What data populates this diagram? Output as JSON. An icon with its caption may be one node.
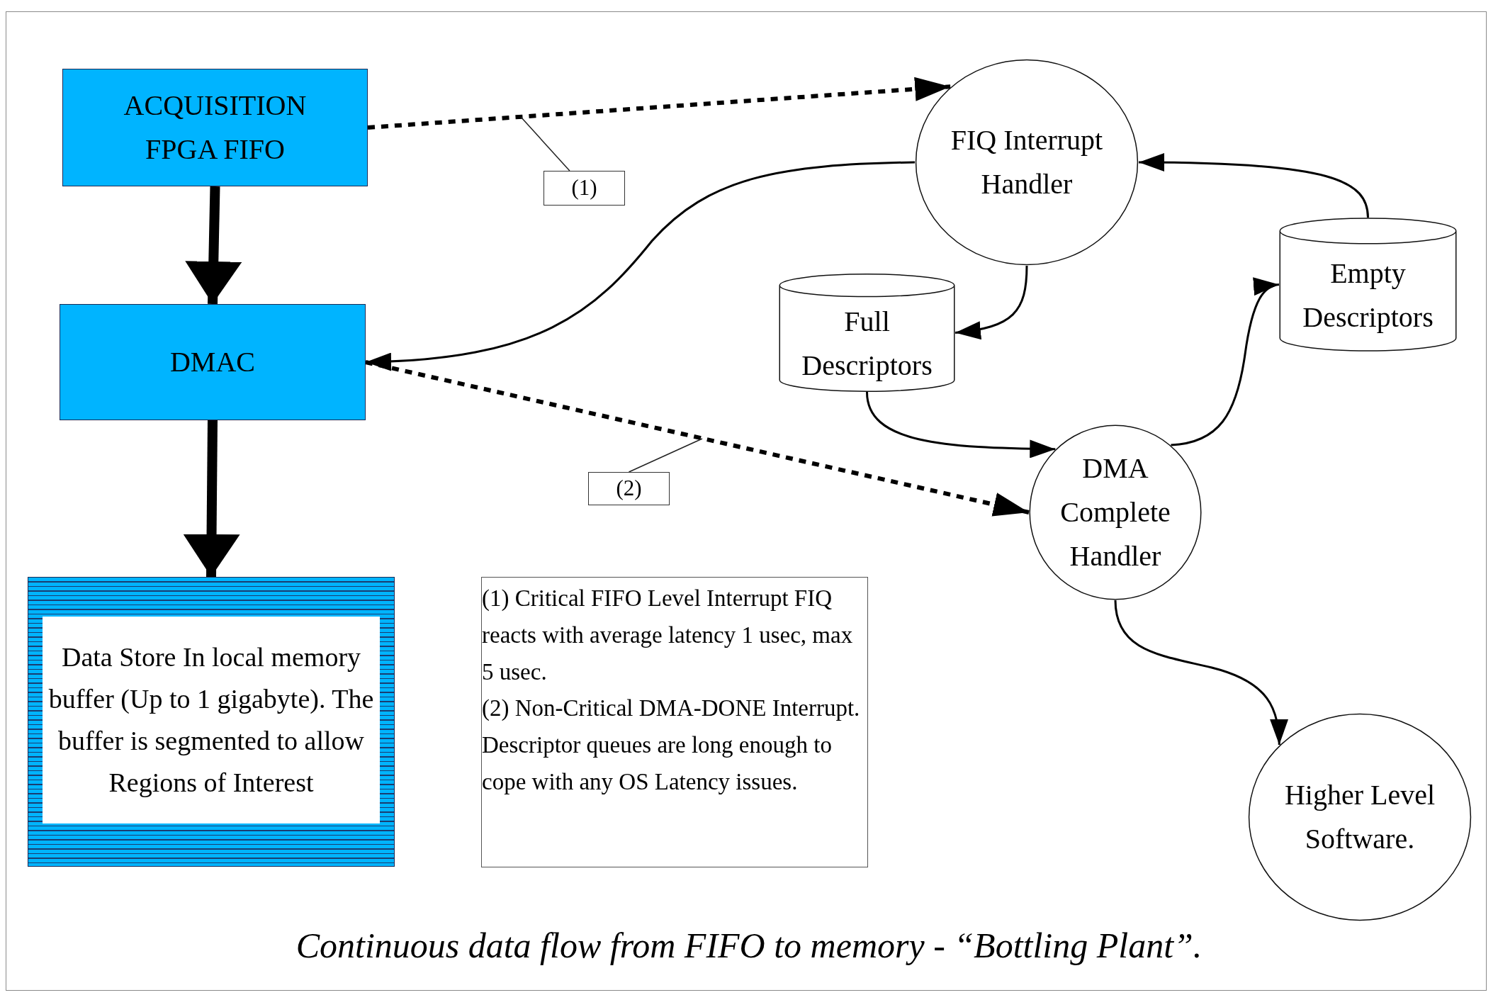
{
  "diagram": {
    "caption": "Continuous data flow from FIFO to memory - “Bottling Plant”.",
    "nodes": [
      {
        "text": [
          "ACQUISITION FPGA FIFO"
        ]
      },
      {
        "text": [
          "DMAC"
        ]
      },
      {
        "text": [
          "Data Store In local memory buffer (Up to 1 gigabyte). The buffer is segmented to allow Regions of Interest"
        ]
      },
      {
        "text": [
          "FIQ Interrupt Handler"
        ]
      },
      {
        "text": [
          "Full Descriptors"
        ]
      },
      {
        "text": [
          "Empty Descriptors"
        ]
      },
      {
        "text": [
          "DMA Complete Handler"
        ]
      },
      {
        "text": [
          "Higher Level Software."
        ]
      },
      {
        "text": [
          "(1)"
        ]
      },
      {
        "text": [
          "(2)"
        ]
      },
      {
        "text": [
          "(1) Critical FIFO Level Interrupt FIQ reacts with average latency 1 usec, max 5 usec.",
          "(2) Non-Critical DMA-DONE Interrupt. Descriptor queues are long enough to cope with any OS Latency issues."
        ]
      }
    ],
    "edges": [
      {
        "from": 0,
        "to": 3,
        "arrow": "to",
        "style": "dashed"
      },
      {
        "from": 0,
        "to": 1,
        "arrow": "to",
        "style": "thick"
      },
      {
        "from": 1,
        "to": 2,
        "arrow": "to",
        "style": "thick"
      },
      {
        "from": 3,
        "to": 1,
        "arrow": "to"
      },
      {
        "from": 3,
        "to": 4,
        "arrow": "to"
      },
      {
        "from": 5,
        "to": 3,
        "arrow": "to"
      },
      {
        "from": 4,
        "to": 6,
        "arrow": "to"
      },
      {
        "from": 6,
        "to": 5,
        "arrow": "to"
      },
      {
        "from": 1,
        "to": 6,
        "arrow": "to",
        "style": "dashed"
      },
      {
        "from": 6,
        "to": 7,
        "arrow": "to"
      },
      {
        "from": 8,
        "to": null,
        "arrow": "none"
      },
      {
        "from": 9,
        "to": null,
        "arrow": "none"
      }
    ]
  }
}
